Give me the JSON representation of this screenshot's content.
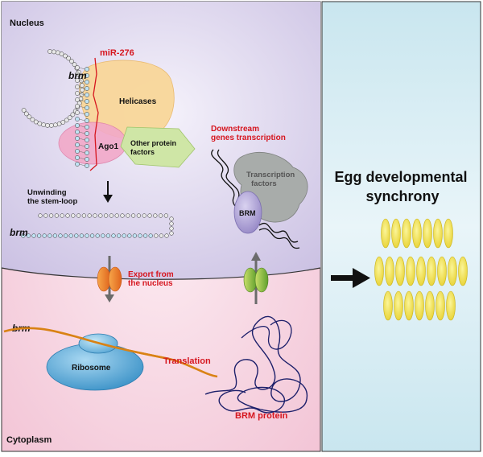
{
  "regions": {
    "nucleus_label": "Nucleus",
    "cytoplasm_label": "Cytoplasm"
  },
  "nucleus": {
    "brm_label": "brm",
    "mirna_label": "miR-276",
    "helicases_label": "Helicases",
    "ago1_label": "Ago1",
    "other_factors_line1": "Other protein",
    "other_factors_line2": "factors",
    "unwinding_line1": "Unwinding",
    "unwinding_line2": "the stem-loop",
    "brm_linear_label": "brm",
    "downstream_line1": "Downstream",
    "downstream_line2": "genes transcription",
    "tf_line1": "Transcription",
    "tf_line2": "factors",
    "brm_protein_label": "BRM"
  },
  "transport": {
    "export_line1": "Export from",
    "export_line2": "the nucleus"
  },
  "cytoplasm": {
    "brm_label": "brm",
    "ribosome_label": "Ribosome",
    "translation_label": "Translation",
    "brm_protein_label": "BRM protein"
  },
  "outcome": {
    "title_line1": "Egg developmental",
    "title_line2": "synchrony"
  },
  "colors": {
    "nucleus_bg": "#d6cee8",
    "cytoplasm_bg": "#f6d3e0",
    "right_panel_bg": "#d3ebf2",
    "helicase": "#f9d79a",
    "ago1": "#f2a9c9",
    "other_factors": "#cfe6a6",
    "transcription_factors": "#a8acaa",
    "brm_protein": "#b2a6d8",
    "ribosome": "#5fb0dd",
    "mrna_line": "#d98214",
    "brm_chain": "#1c1f6a",
    "egg": "#f4e64a",
    "accent_red": "#d6161f"
  }
}
